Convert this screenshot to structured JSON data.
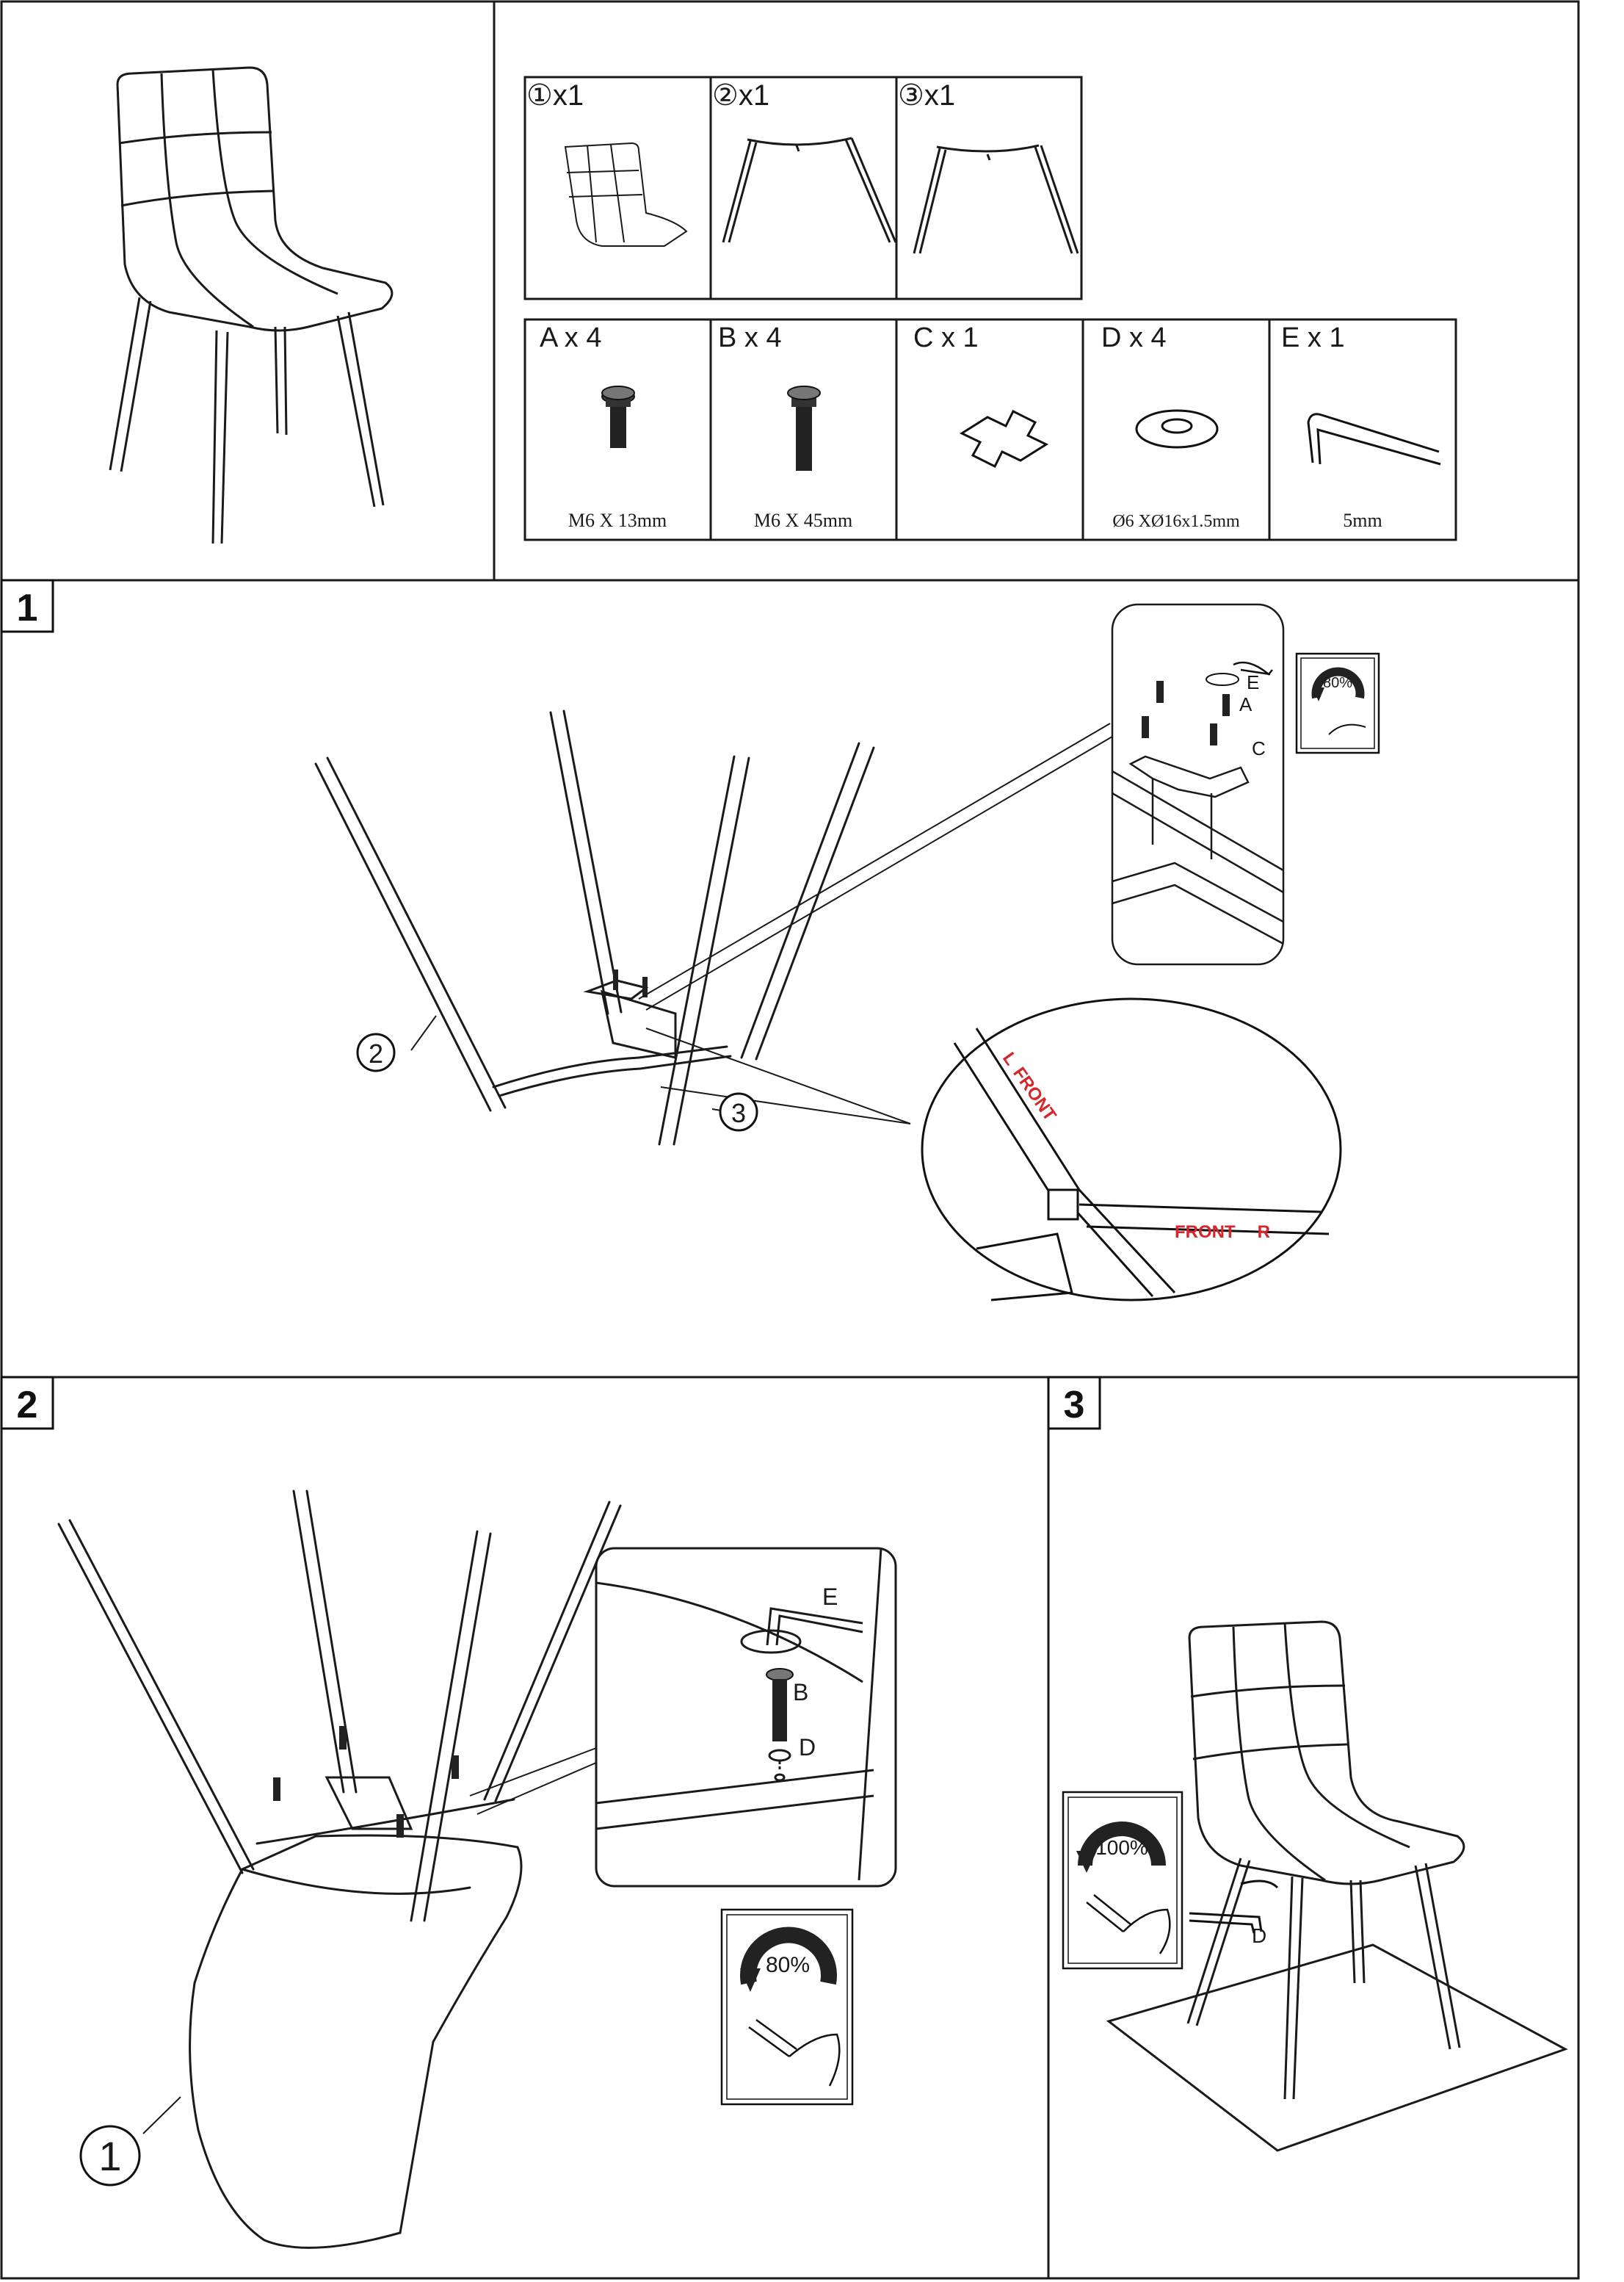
{
  "parts": [
    {
      "circled": "①",
      "qty": "x1"
    },
    {
      "circled": "②",
      "qty": "x1"
    },
    {
      "circled": "③",
      "qty": "x1"
    }
  ],
  "hardware": [
    {
      "label": "A x 4",
      "spec": "M6 X 13mm"
    },
    {
      "label": "B x 4",
      "spec": "M6 X 45mm"
    },
    {
      "label": "C x 1",
      "spec": ""
    },
    {
      "label": "D x 4",
      "spec": "Ø6 XØ16x1.5mm"
    },
    {
      "label": "E x 1",
      "spec": "5mm"
    }
  ],
  "steps": {
    "s1": {
      "number": "1",
      "callout_leg_front": "2",
      "callout_leg_back": "3",
      "detail_labels": [
        "E",
        "A",
        "C"
      ],
      "torque": "80%",
      "front_left": "FRONT",
      "front_right": "FRONT",
      "front_l_marker": "L",
      "front_r_marker": "R"
    },
    "s2": {
      "number": "2",
      "callout_seat": "1",
      "detail_labels": [
        "E",
        "B",
        "D"
      ],
      "torque": "80%"
    },
    "s3": {
      "number": "3",
      "torque": "100%",
      "tool_label": "D"
    }
  },
  "colors": {
    "line": "#1a1a1a",
    "front_marker": "#d7262b"
  }
}
